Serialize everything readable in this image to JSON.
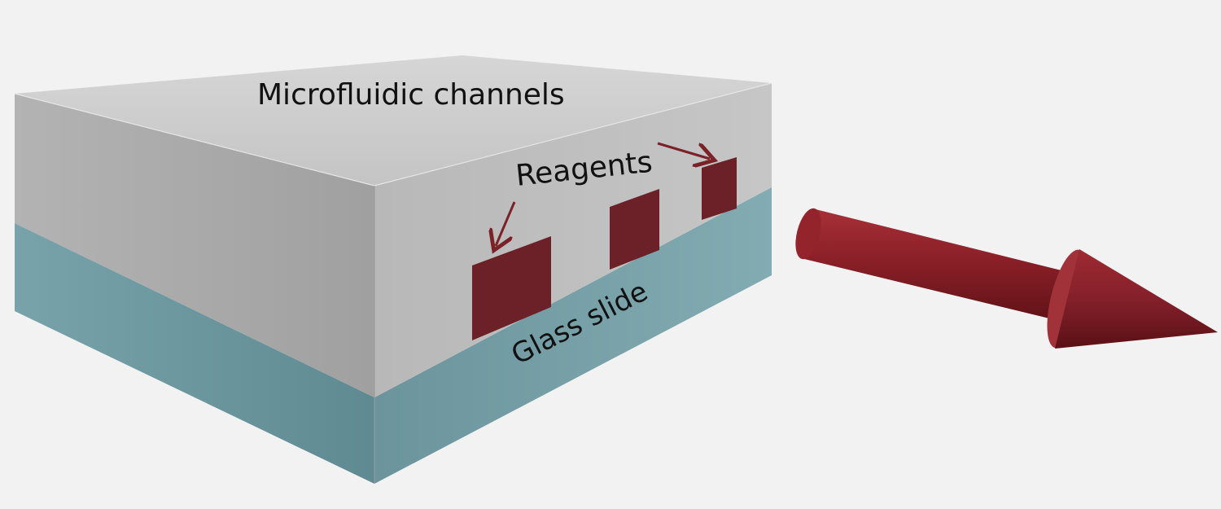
{
  "labels": {
    "top": "Microfluidic channels",
    "reagents": "Reagents",
    "glass": "Glass slide"
  },
  "colors": {
    "background": "#f2f2f2",
    "pdms_top": "#cdcdcd",
    "pdms_front": "#a8a8a8",
    "pdms_side": "#bfbfbf",
    "glass_front": "#6f9aa2",
    "glass_side": "#7aa4ac",
    "reagent": "#6b2127",
    "arrow": "#8a2027"
  },
  "icons": [
    "flow-direction-arrow-icon"
  ]
}
